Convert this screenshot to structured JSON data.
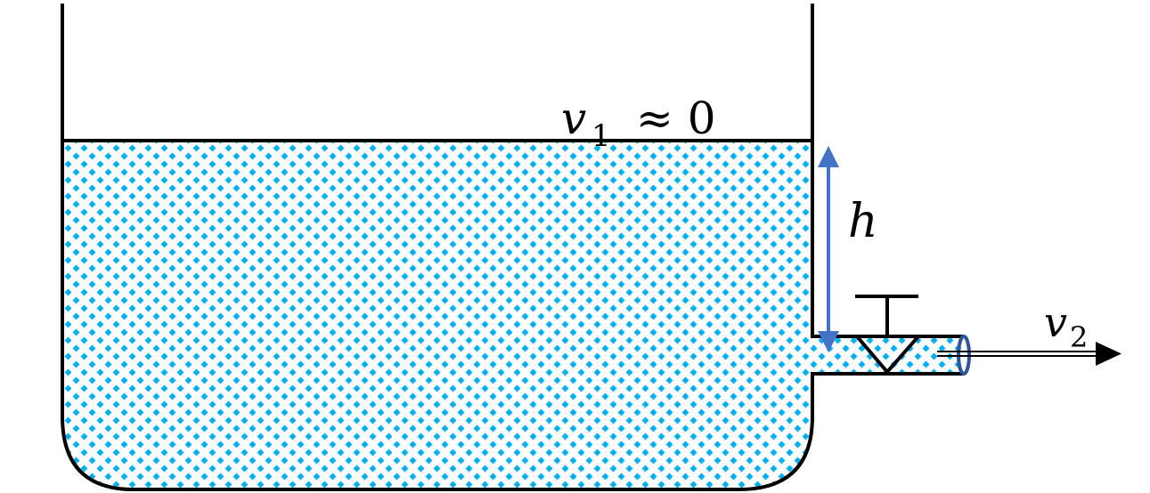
{
  "labels": {
    "v1_symbol": "v",
    "v1_subscript": "1",
    "v1_relation": "≈ 0",
    "h_symbol": "h",
    "v2_symbol": "v",
    "v2_subscript": "2"
  },
  "colors": {
    "water_dots": "#00b0f0",
    "water_background": "#ffffff",
    "outline": "#000000",
    "height_arrow": "#4472c4",
    "pipe_outlet_ring": "#2f5597"
  }
}
